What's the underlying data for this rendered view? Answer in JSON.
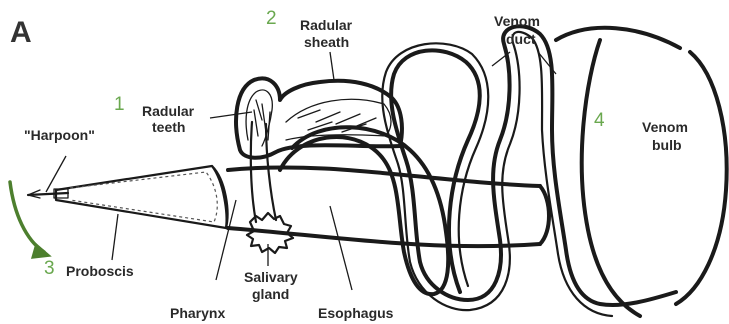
{
  "panel_label": "A",
  "colors": {
    "number_color": "#6aa84f",
    "arrow_color": "#4d7f2e",
    "line_color": "#1a1a1a"
  },
  "numbers": {
    "n1": "1",
    "n2": "2",
    "n3": "3",
    "n4": "4"
  },
  "labels": {
    "harpoon": "\"Harpoon\"",
    "radular_teeth_1": "Radular",
    "radular_teeth_2": "teeth",
    "radular_sheath_1": "Radular",
    "radular_sheath_2": "sheath",
    "venom_duct_1": "Venom",
    "venom_duct_2": "duct",
    "venom_bulb_1": "Venom",
    "venom_bulb_2": "bulb",
    "proboscis": "Proboscis",
    "pharynx": "Pharynx",
    "salivary_gland_1": "Salivary",
    "salivary_gland_2": "gland",
    "esophagus": "Esophagus"
  }
}
